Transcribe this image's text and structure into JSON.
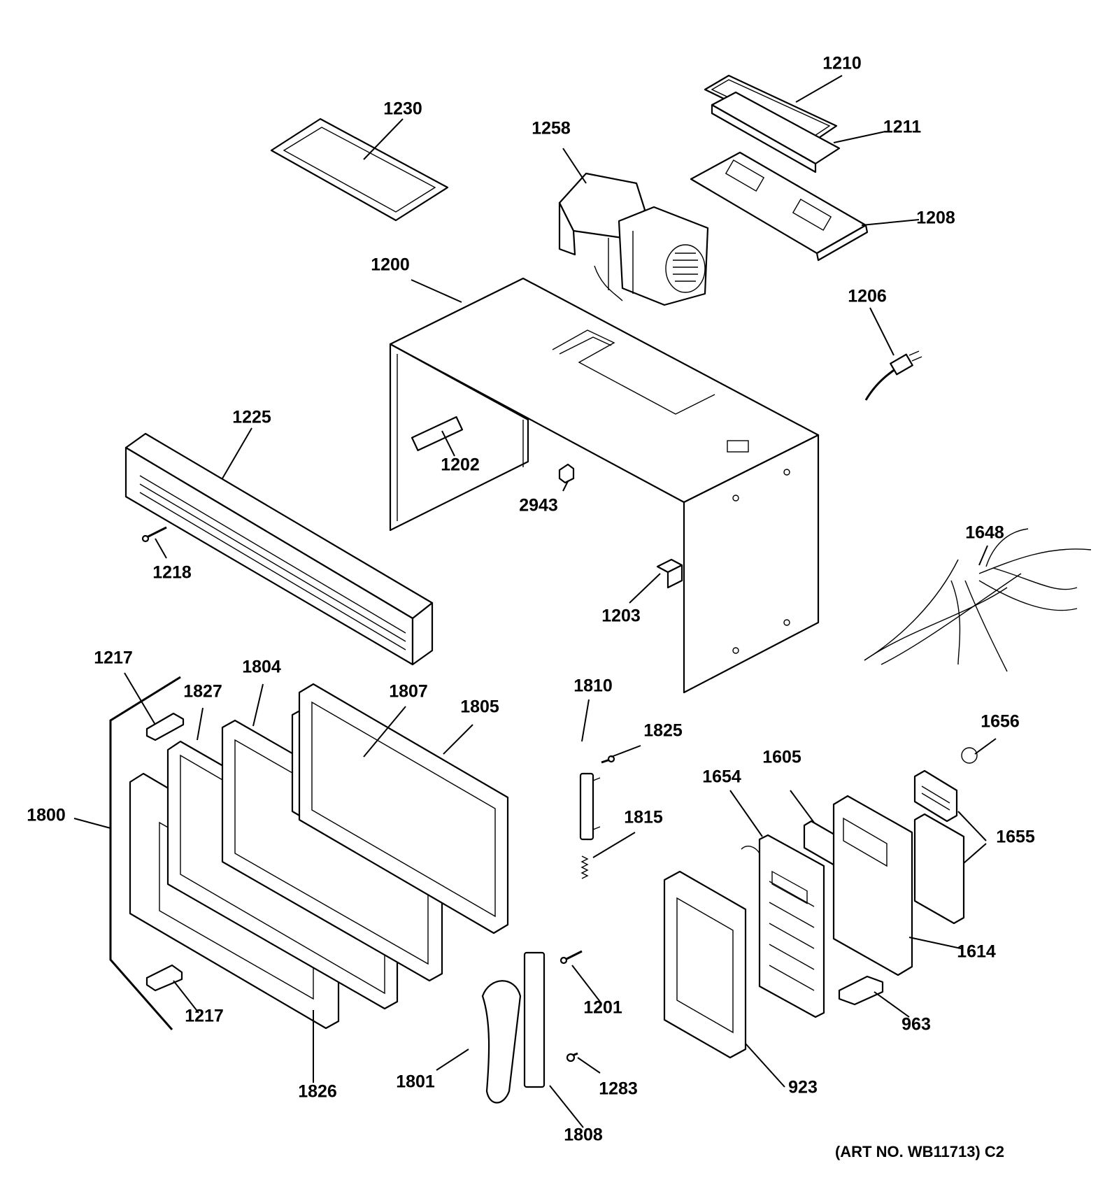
{
  "diagram": {
    "art_number": "(ART NO. WB11713) C2",
    "callouts": {
      "p1200": "1200",
      "p1201": "1201",
      "p1202": "1202",
      "p1203": "1203",
      "p1206": "1206",
      "p1208": "1208",
      "p1210": "1210",
      "p1211": "1211",
      "p1217a": "1217",
      "p1217b": "1217",
      "p1218": "1218",
      "p1225": "1225",
      "p1230": "1230",
      "p1258": "1258",
      "p1283": "1283",
      "p1605": "1605",
      "p1614": "1614",
      "p1648": "1648",
      "p1654": "1654",
      "p1655": "1655",
      "p1656": "1656",
      "p1800": "1800",
      "p1801": "1801",
      "p1804": "1804",
      "p1805": "1805",
      "p1807": "1807",
      "p1808": "1808",
      "p1810": "1810",
      "p1815": "1815",
      "p1825": "1825",
      "p1826": "1826",
      "p1827": "1827",
      "p923": "923",
      "p963": "963",
      "p2943": "2943"
    }
  }
}
